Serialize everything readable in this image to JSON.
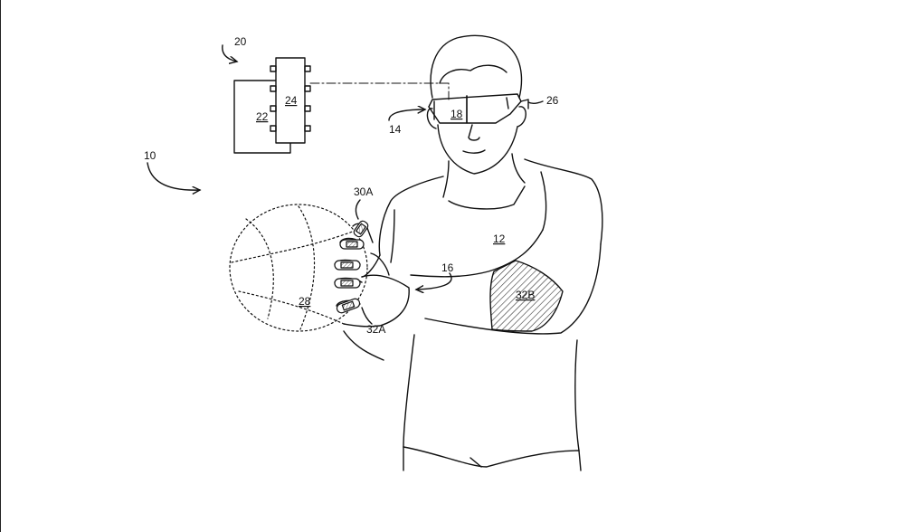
{
  "figure": {
    "refs": {
      "system": "10",
      "person": "12",
      "headset": "14",
      "arm_arrow": "16",
      "lens": "18",
      "computer": "20",
      "housing": "22",
      "chip": "24",
      "temple": "26",
      "ball": "28",
      "finger_sensor": "30A",
      "hand_sensor": "32A",
      "arm_sensor": "32B"
    }
  }
}
